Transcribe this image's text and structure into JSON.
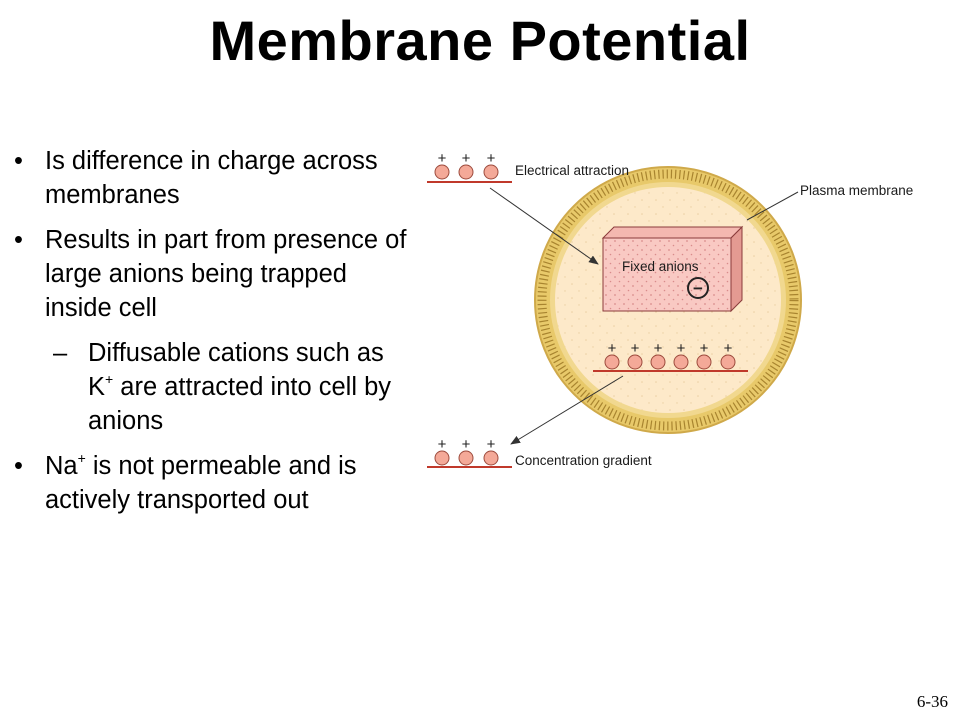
{
  "title": "Membrane Potential",
  "bullets": {
    "b1": "Is difference in charge across membranes",
    "b2": "Results in part from presence of large anions being trapped inside cell",
    "sub1_pre": "Diffusable cations such as K",
    "sub1_sup": "+",
    "sub1_post": " are attracted into cell by anions",
    "b3_pre": "Na",
    "b3_sup": "+",
    "b3_post": " is not permeable and is actively transported out",
    "bullet_mark": "•",
    "dash_mark": "–"
  },
  "diagram": {
    "label_electrical": "Electrical attraction",
    "label_plasma": "Plasma membrane",
    "label_fixed": "Fixed anions",
    "label_concentration": "Concentration gradient",
    "plus": "+",
    "anion_symbol": "−",
    "colors": {
      "cell_fill": "#fde9c9",
      "membrane": "#e8c96a",
      "ion": "#f4a998",
      "ion_line": "#c0392b",
      "box": "#f9c9c3"
    }
  },
  "page_number": "6-36"
}
